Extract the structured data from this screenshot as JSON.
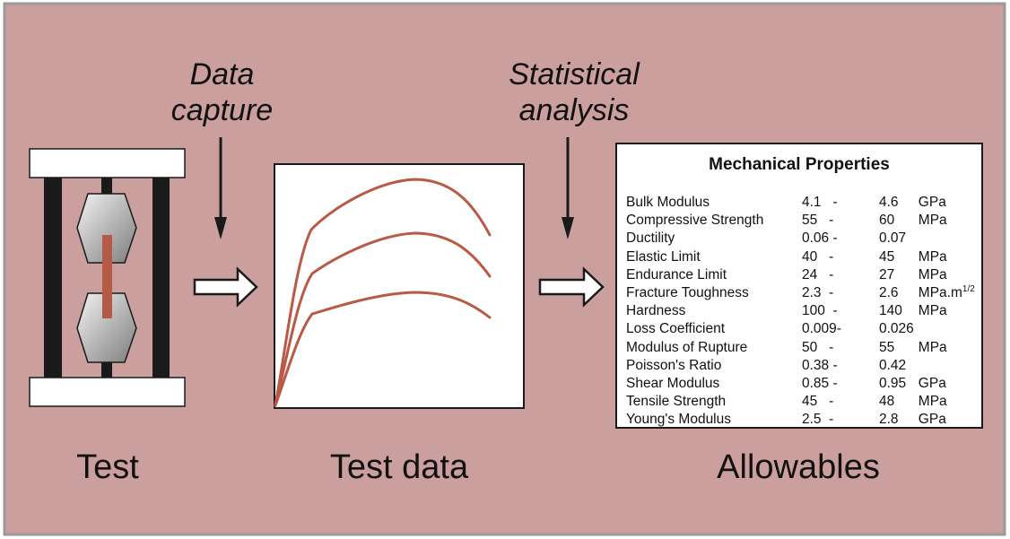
{
  "process_labels": {
    "data_capture": [
      "Data",
      "capture"
    ],
    "statistical_analysis": [
      "Statistical",
      "analysis"
    ]
  },
  "stage_labels": {
    "test": "Test",
    "test_data": "Test data",
    "allowables": "Allowables"
  },
  "properties_table": {
    "title": "Mechanical Properties",
    "rows": [
      {
        "name": "Bulk Modulus",
        "low": "4.1   -",
        "high": "4.6",
        "unit": "GPa",
        "unit_sup": ""
      },
      {
        "name": "Compressive Strength",
        "low": "55   -",
        "high": "60",
        "unit": "MPa",
        "unit_sup": ""
      },
      {
        "name": "Ductility",
        "low": "0.06 -",
        "high": "0.07",
        "unit": "",
        "unit_sup": ""
      },
      {
        "name": "Elastic Limit",
        "low": "40   -",
        "high": "45",
        "unit": "MPa",
        "unit_sup": ""
      },
      {
        "name": "Endurance Limit",
        "low": "24   -",
        "high": "27",
        "unit": "MPa",
        "unit_sup": ""
      },
      {
        "name": "Fracture Toughness",
        "low": "2.3  -",
        "high": "2.6",
        "unit": "MPa.m",
        "unit_sup": "1/2"
      },
      {
        "name": "Hardness",
        "low": "100  -",
        "high": "140",
        "unit": "MPa",
        "unit_sup": ""
      },
      {
        "name": "Loss Coefficient",
        "low": "0.009-",
        "high": "0.026",
        "unit": "",
        "unit_sup": ""
      },
      {
        "name": "Modulus of Rupture",
        "low": "50   -",
        "high": "55",
        "unit": "MPa",
        "unit_sup": ""
      },
      {
        "name": "Poisson's Ratio",
        "low": "0.38 -",
        "high": "0.42",
        "unit": "",
        "unit_sup": ""
      },
      {
        "name": "Shear Modulus",
        "low": "0.85 -",
        "high": "0.95",
        "unit": "GPa",
        "unit_sup": ""
      },
      {
        "name": "Tensile Strength",
        "low": "45   -",
        "high": "48",
        "unit": "MPa",
        "unit_sup": ""
      },
      {
        "name": "Young's Modulus",
        "low": "2.5  -",
        "high": "2.8",
        "unit": "GPa",
        "unit_sup": ""
      }
    ]
  },
  "colors": {
    "background": "#cc9f9f",
    "border": "#9a9a9a",
    "curve": "#b85a45",
    "specimen": "#b45a45",
    "column": "#1a1a1a",
    "panel": "#ffffff",
    "grip_light": "#f2f2f2",
    "grip_dark": "#8a8a8a"
  },
  "icons": {
    "grip": "hexagon-grip-icon",
    "arrow_down": "arrow-down-icon",
    "arrow_right": "hollow-arrow-right-icon"
  }
}
